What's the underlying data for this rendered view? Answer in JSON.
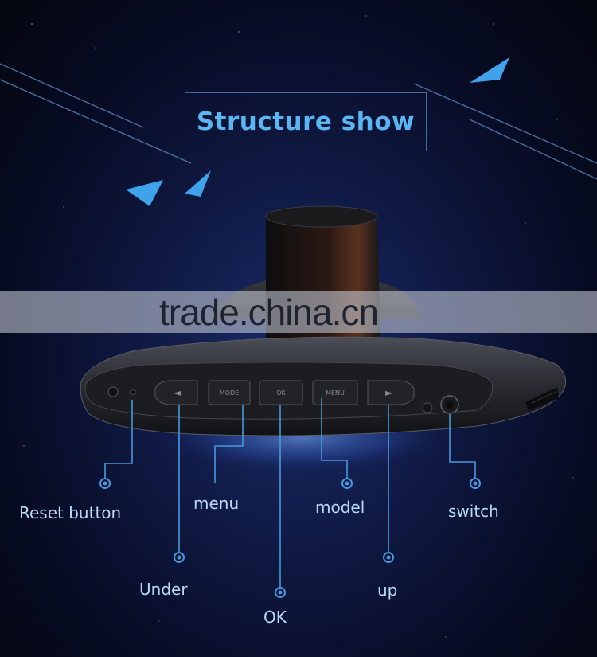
{
  "title": "Structure show",
  "watermark": "trade.china.cn",
  "device": {
    "mode_button_text": "MODE",
    "ok_button_text": "OK",
    "menu_button_text": "MENU"
  },
  "labels": {
    "reset": "Reset button",
    "menu": "menu",
    "model": "model",
    "switch": "switch",
    "under": "Under",
    "ok": "OK",
    "up": "up"
  },
  "colors": {
    "accent": "#5ab6f2",
    "label": "#b9d8f3",
    "callout": "#4a97dc"
  }
}
